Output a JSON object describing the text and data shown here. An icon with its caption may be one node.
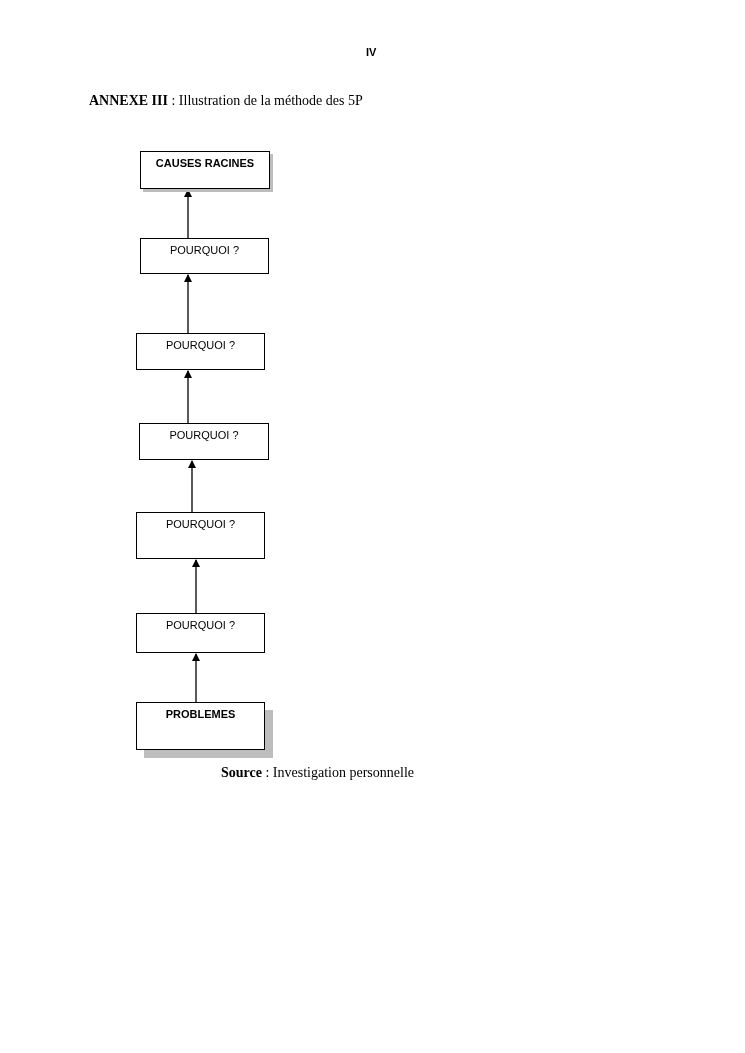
{
  "diagram": {
    "title": "**ANNEXE III** : Illustration de la méthode des 5P",
    "caption": "**Source** : Investigation personnelle",
    "nodes": [
      {
        "text": [
          "CAUSES RACINES"
        ]
      },
      {
        "text": [
          "POURQUOI ?"
        ]
      },
      {
        "text": [
          "POURQUOI ?"
        ]
      },
      {
        "text": [
          "POURQUOI ?"
        ]
      },
      {
        "text": [
          "POURQUOI ?"
        ]
      },
      {
        "text": [
          "POURQUOI ?"
        ]
      },
      {
        "text": [
          "PROBLEMES"
        ]
      }
    ],
    "edges": [
      {
        "from": 6,
        "to": 5,
        "arrow": "to"
      },
      {
        "from": 5,
        "to": 4,
        "arrow": "to"
      },
      {
        "from": 4,
        "to": 3,
        "arrow": "to"
      },
      {
        "from": 3,
        "to": 2,
        "arrow": "to"
      },
      {
        "from": 2,
        "to": 1,
        "arrow": "to"
      },
      {
        "from": 1,
        "to": 0,
        "arrow": "to"
      }
    ],
    "labels": [
      "IV"
    ]
  }
}
